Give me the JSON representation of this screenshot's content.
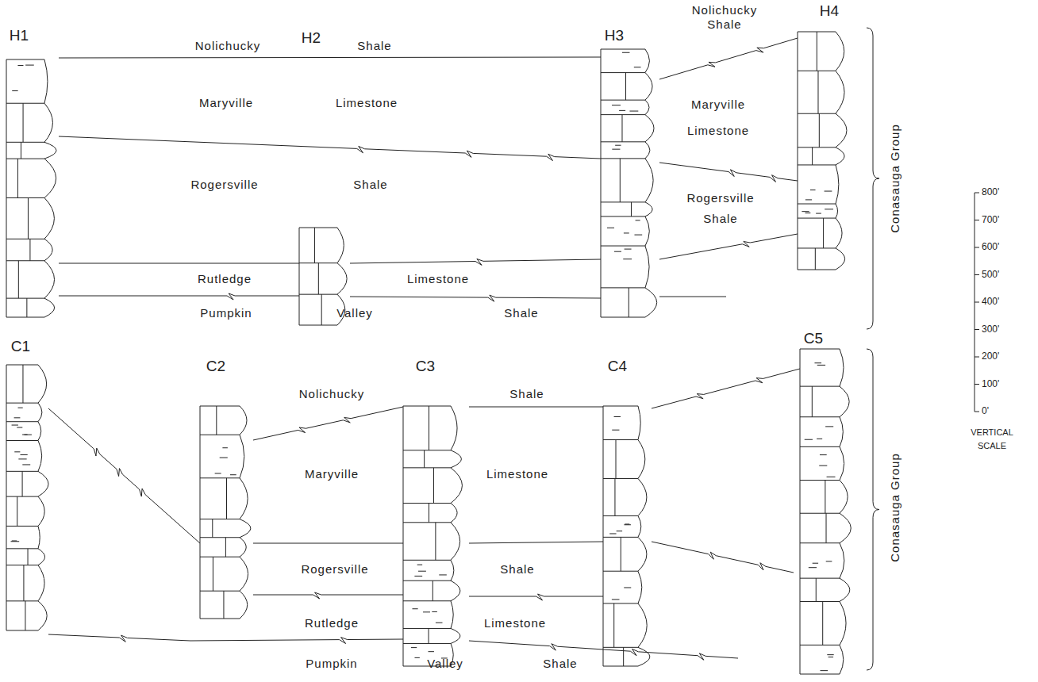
{
  "diagram": {
    "labels": [
      "H1",
      "H2",
      "H3",
      "H4",
      "Nolichucky",
      "Shale",
      "Nolichucky Shale",
      "Maryville",
      "Limestone",
      "Maryville Limestone",
      "Rogersville",
      "Shale",
      "Rogersville Shale",
      "Rutledge",
      "Limestone",
      "Pumpkin",
      "Valley",
      "Shale",
      "Conasauga Group",
      "C1",
      "C2",
      "C3",
      "C4",
      "C5",
      "Nolichucky",
      "Shale",
      "Maryville",
      "Limestone",
      "Rogersville",
      "Shale",
      "Rutledge",
      "Limestone",
      "Pumpkin",
      "Valley",
      "Shale",
      "Conasauga Group",
      "800'",
      "700'",
      "600'",
      "500'",
      "400'",
      "300'",
      "200'",
      "100'",
      "0'",
      "VERTICAL SCALE"
    ]
  }
}
